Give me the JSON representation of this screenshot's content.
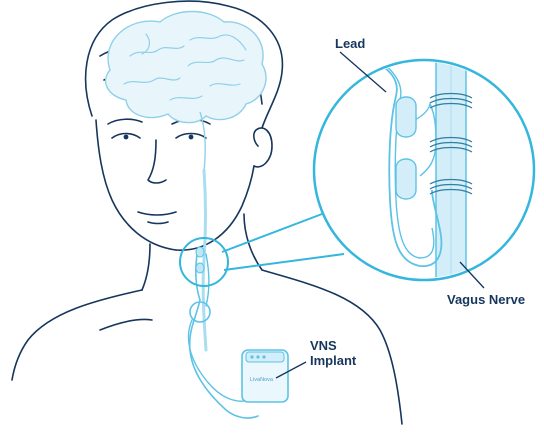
{
  "labels": {
    "lead": "Lead",
    "vagus_nerve": "Vagus Nerve",
    "vns_line1": "VNS",
    "vns_line2": "Implant"
  },
  "device": {
    "brand": "LivaNova"
  },
  "colors": {
    "outline": "#16365c",
    "accent": "#35b6dd",
    "light_accent": "#a9def0",
    "fill": "#d8f1fa"
  }
}
